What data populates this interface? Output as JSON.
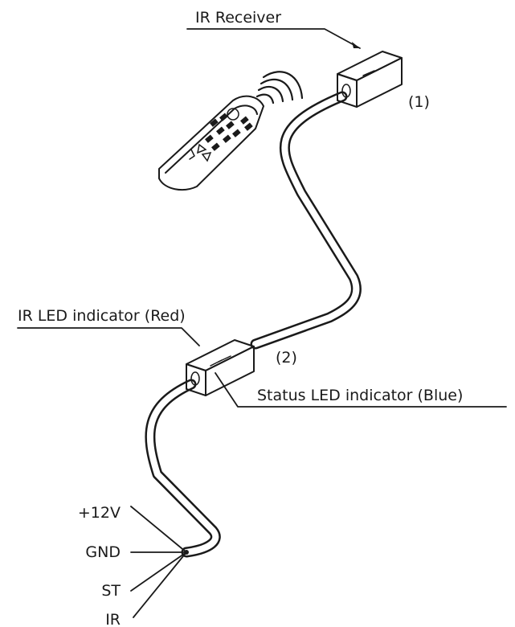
{
  "labels": {
    "ir_receiver": "IR Receiver",
    "receiver_number": "(1)",
    "ir_led_indicator": "IR LED indicator (Red)",
    "indicator_number": "(2)",
    "status_led_indicator": "Status LED indicator (Blue)"
  },
  "wires": [
    {
      "label": "+12V"
    },
    {
      "label": "GND"
    },
    {
      "label": "ST"
    },
    {
      "label": "IR"
    }
  ],
  "colors": {
    "line": "#1a1a1a",
    "background": "#ffffff"
  },
  "icons": [
    "remote-control-icon",
    "ir-signal-waves-icon"
  ]
}
